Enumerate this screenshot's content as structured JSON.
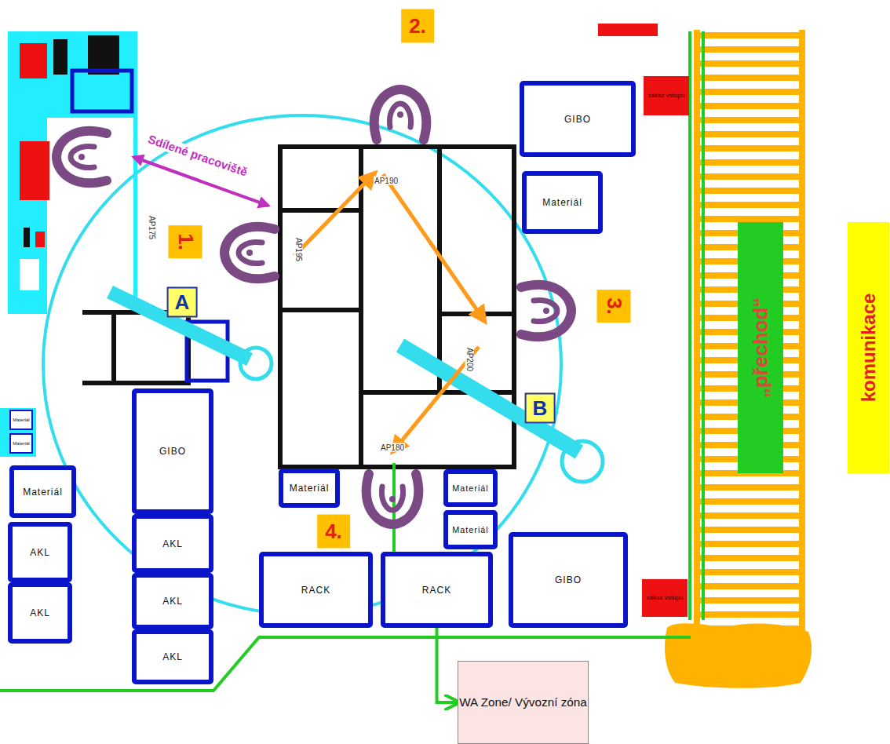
{
  "diagram": {
    "nodes": [
      {
        "text": [
          "GIBO"
        ]
      },
      {
        "text": [
          "Materiál"
        ]
      },
      {
        "text": [
          "zákaz vstupu"
        ]
      },
      {
        "text": [
          "Materiál"
        ]
      },
      {
        "text": [
          "Materiál"
        ]
      },
      {
        "text": [
          "GIBO"
        ]
      },
      {
        "text": [
          "Materiál"
        ]
      },
      {
        "text": [
          "AKL"
        ]
      },
      {
        "text": [
          "AKL"
        ]
      },
      {
        "text": [
          "AKL"
        ]
      },
      {
        "text": [
          "AKL"
        ]
      },
      {
        "text": [
          "AKL"
        ]
      },
      {
        "text": [
          "Materiál"
        ]
      },
      {
        "text": [
          "Materiál"
        ]
      },
      {
        "text": [
          "Materiál"
        ]
      },
      {
        "text": [
          "RACK"
        ]
      },
      {
        "text": [
          "RACK"
        ]
      },
      {
        "text": [
          "GIBO"
        ]
      },
      {
        "text": [
          "zákaz vstupu"
        ]
      },
      {
        "text": [
          "„přechod“"
        ]
      },
      {
        "text": [
          "komunikace"
        ]
      },
      {
        "text": [
          "WA Zone/ Vývozní zóna"
        ]
      }
    ],
    "edges": [
      {
        "from": 16,
        "to": 21,
        "arrow": "to"
      }
    ],
    "labels": [
      "2.",
      "Sdílené pracoviště",
      "AP190",
      "AP175",
      "1.",
      "AP195",
      "3.",
      "A",
      "AP200",
      "B",
      "AP180",
      "4."
    ]
  }
}
